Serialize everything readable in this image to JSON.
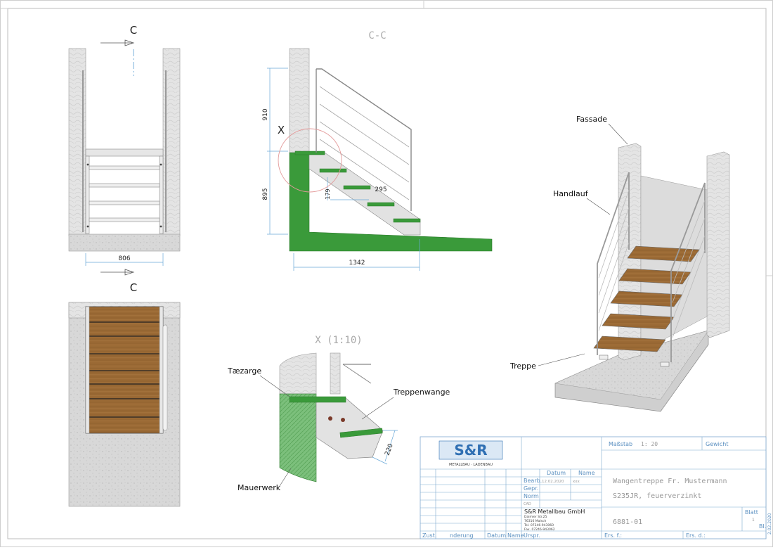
{
  "drawing": {
    "section_mark_top": "C",
    "section_mark_bottom": "C",
    "section_title": "C-C",
    "detail_mark": "X",
    "detail_title": "X (1:10)",
    "dimensions": {
      "front_width": "806",
      "height_upper": "910",
      "height_lower": "895",
      "step_rise": "179",
      "step_depth": "295",
      "total_length": "1342",
      "detail_width": "220"
    },
    "labels": {
      "fassade": "Fassade",
      "handlauf": "Handlauf",
      "treppe": "Treppe",
      "zarge": "Tæzarge",
      "treppenwange": "Treppenwange",
      "mauerwerk": "Mauerwerk"
    }
  },
  "title_block": {
    "logo_text": "S&R",
    "logo_sub": "METALLBAU · LADENBAU",
    "massstab_label": "Maßstab",
    "massstab_value": "1: 20",
    "gewicht_label": "Gewicht",
    "datum_label": "Datum",
    "name_label": "Name",
    "bearb_label": "Bearb.",
    "bearb_datum": "12.02.2020",
    "bearb_name": "xxx",
    "gepr_label": "Gepr.",
    "norm_label": "Norm",
    "cad_label": "CAD",
    "company_name": "S&R Metallbau GmbH",
    "company_street": "Daimler Str.25",
    "company_city": "76316 Malsch",
    "company_tel": "Tel. 07246-943060",
    "company_fax": "Fax. 07246-943062",
    "drawing_title": "Wangentreppe Fr. Mustermann",
    "material": "S235JR, feuerverzinkt",
    "drawing_number": "6881-01",
    "blatt_label": "Blatt",
    "blatt_value": "1",
    "bl_label": "Bl.",
    "side_date": "2.02.2020",
    "zust_label": "Zust.",
    "aenderung_label": "nderung",
    "datum2_label": "Datum",
    "name2_label": "Name",
    "urspr_label": "Urspr.",
    "ers_f_label": "Ers. f.:",
    "ers_d_label": "Ers. d.:"
  },
  "colors": {
    "wood": "#9b6a35",
    "green": "#3a9a3a",
    "concrete": "#d6d6d6",
    "logo_blue": "#2f6fb3"
  }
}
